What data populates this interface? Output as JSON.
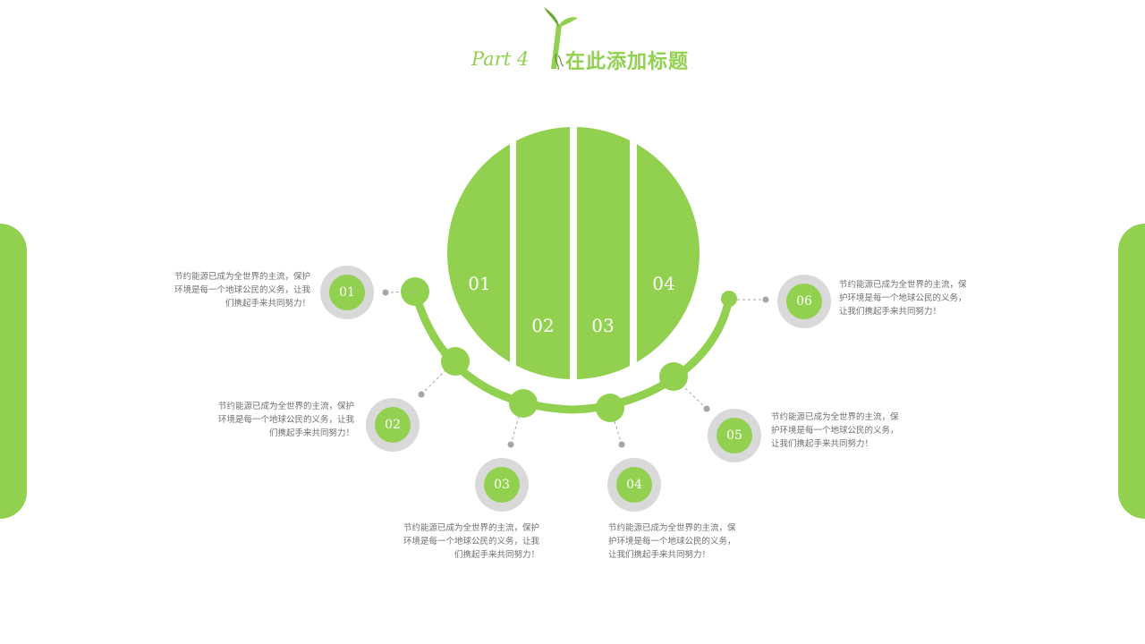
{
  "header": {
    "part": "Part 4",
    "title": "在此添加标题"
  },
  "colors": {
    "accent": "#92d050",
    "ring": "#d9d9d9",
    "connector": "#a6a6a6",
    "text": "#6f6f6f"
  },
  "segments": [
    {
      "label": "01"
    },
    {
      "label": "02"
    },
    {
      "label": "03"
    },
    {
      "label": "04"
    }
  ],
  "items": [
    {
      "number": "01",
      "text": "节约能源已成为全世界的主流，保护\n环境是每一个地球公民的义务，让我\n们携起手来共同努力！"
    },
    {
      "number": "02",
      "text": "节约能源已成为全世界的主流，保护\n环境是每一个地球公民的义务，让我\n们携起手来共同努力！"
    },
    {
      "number": "03",
      "text": "节约能源已成为全世界的主流，保护\n环境是每一个地球公民的义务，让我\n们携起手来共同努力！"
    },
    {
      "number": "04",
      "text": "节约能源已成为全世界的主流，保\n护环境是每一个地球公民的义务，\n让我们携起手来共同努力！"
    },
    {
      "number": "05",
      "text": "节约能源已成为全世界的主流，保\n护环境是每一个地球公民的义务，\n让我们携起手来共同努力！"
    },
    {
      "number": "06",
      "text": "节约能源已成为全世界的主流，保\n护环境是每一个地球公民的义务，\n让我们携起手来共同努力！"
    }
  ]
}
